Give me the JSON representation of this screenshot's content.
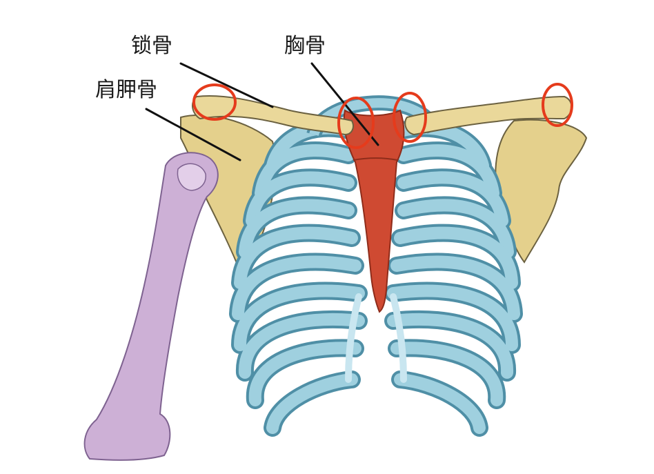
{
  "labels": {
    "clavicle": "锁骨",
    "sternum": "胸骨",
    "scapula": "肩胛骨"
  },
  "colors": {
    "clavicle_scapula": "#ead89a",
    "scapula_dark": "#d9c57a",
    "ribs_outline": "#4f8fa6",
    "ribs_fill": "#9fd0df",
    "cartilage": "#d6eef6",
    "sternum": "#cf4a32",
    "humerus": "#cdb0d6",
    "highlight_circle": "#e53b1c"
  }
}
